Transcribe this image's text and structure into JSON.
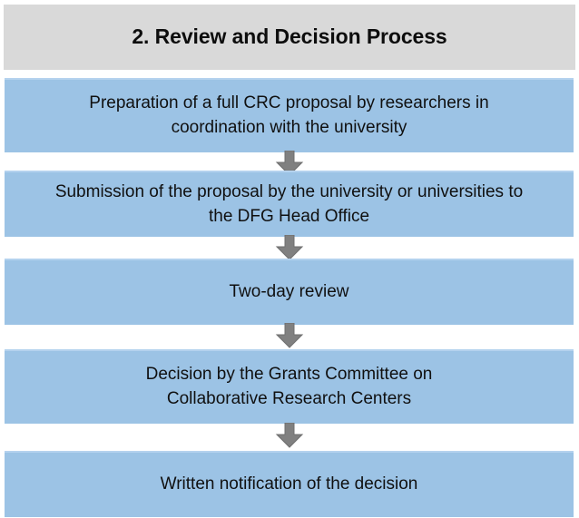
{
  "header": {
    "title": "2. Review and Decision Process",
    "background_color": "#D9D9D9"
  },
  "colors": {
    "box_fill": "#9CC3E5",
    "box_top_edge": "#B4D2EE",
    "arrow_fill": "#808080",
    "arrow_stroke": "#6E6E6E",
    "text": "#101010",
    "page_background": "#FFFFFF"
  },
  "flow": {
    "steps": [
      {
        "index": 1,
        "label": "Preparation of a full CRC proposal by researchers in coordination with the university",
        "lines": [
          "Preparation of a full CRC proposal by researchers in",
          "coordination with the university"
        ]
      },
      {
        "index": 2,
        "label": "Submission of the proposal by the university or universities to the DFG Head Office",
        "lines": [
          "Submission of the proposal by the university or universities to",
          "the DFG Head Office"
        ]
      },
      {
        "index": 3,
        "label": "Two-day review",
        "lines": [
          "Two-day review"
        ]
      },
      {
        "index": 4,
        "label": "Decision by the Grants Committee on Collaborative Research Centers",
        "lines": [
          "Decision by the Grants Committee on",
          "Collaborative Research Centers"
        ]
      },
      {
        "index": 5,
        "label": "Written notification of the decision",
        "lines": [
          "Written notification of the decision"
        ]
      }
    ],
    "connectors": [
      {
        "index": 1,
        "icon": "down-arrow-icon",
        "from_step": 1,
        "to_step": 2
      },
      {
        "index": 2,
        "icon": "down-arrow-icon",
        "from_step": 2,
        "to_step": 3
      },
      {
        "index": 3,
        "icon": "down-arrow-icon",
        "from_step": 3,
        "to_step": 4
      },
      {
        "index": 4,
        "icon": "down-arrow-icon",
        "from_step": 4,
        "to_step": 5
      }
    ]
  }
}
